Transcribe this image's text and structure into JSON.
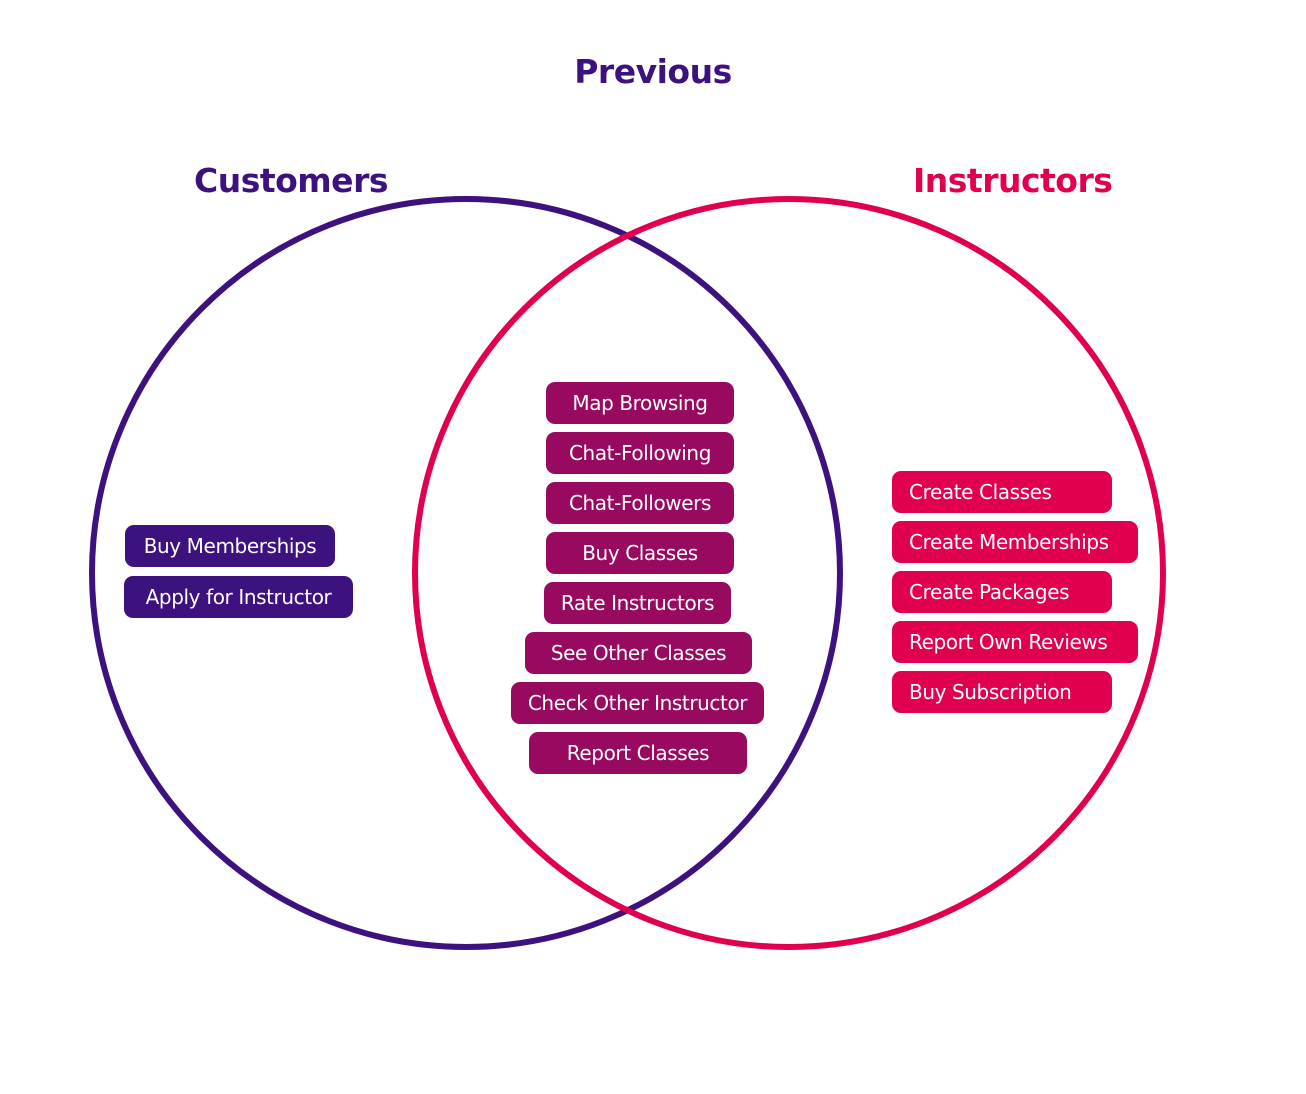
{
  "title": "Previous",
  "colors": {
    "customers": "#3d117e",
    "both": "#970a5f",
    "instructors": "#e0004f"
  },
  "customers": {
    "label": "Customers",
    "items": [
      "Buy Memberships",
      "Apply for Instructor"
    ]
  },
  "both": {
    "items": [
      "Map Browsing",
      "Chat-Following",
      "Chat-Followers",
      "Buy Classes",
      "Rate Instructors",
      "See Other Classes",
      "Check Other Instructor",
      "Report Classes"
    ]
  },
  "instructors": {
    "label": "Instructors",
    "items": [
      "Create Classes",
      "Create Memberships",
      "Create Packages",
      "Report Own Reviews",
      "Buy Subscription"
    ]
  }
}
